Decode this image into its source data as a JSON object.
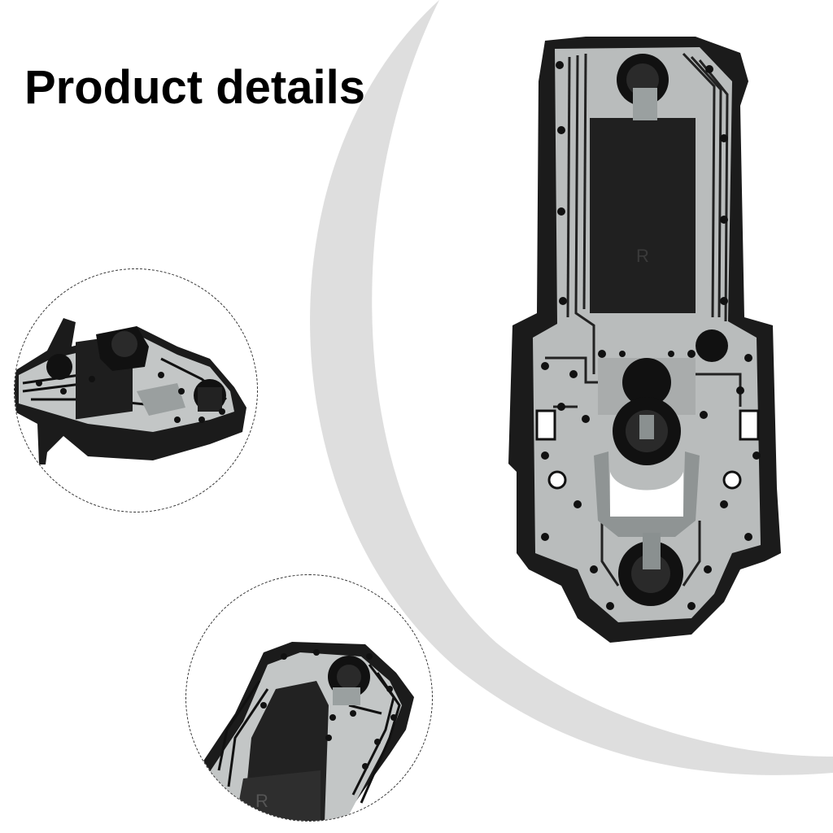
{
  "header": {
    "title": "Product details"
  },
  "main_photo": {
    "marking": "R"
  },
  "detail_bottom": {
    "marking": "R"
  },
  "colors": {
    "background": "#ffffff",
    "text": "#000000",
    "arc": "#dcdcdc",
    "plastic": "#1b1b1b",
    "metal": "#b9bcbc",
    "dashed_border": "#333333"
  }
}
